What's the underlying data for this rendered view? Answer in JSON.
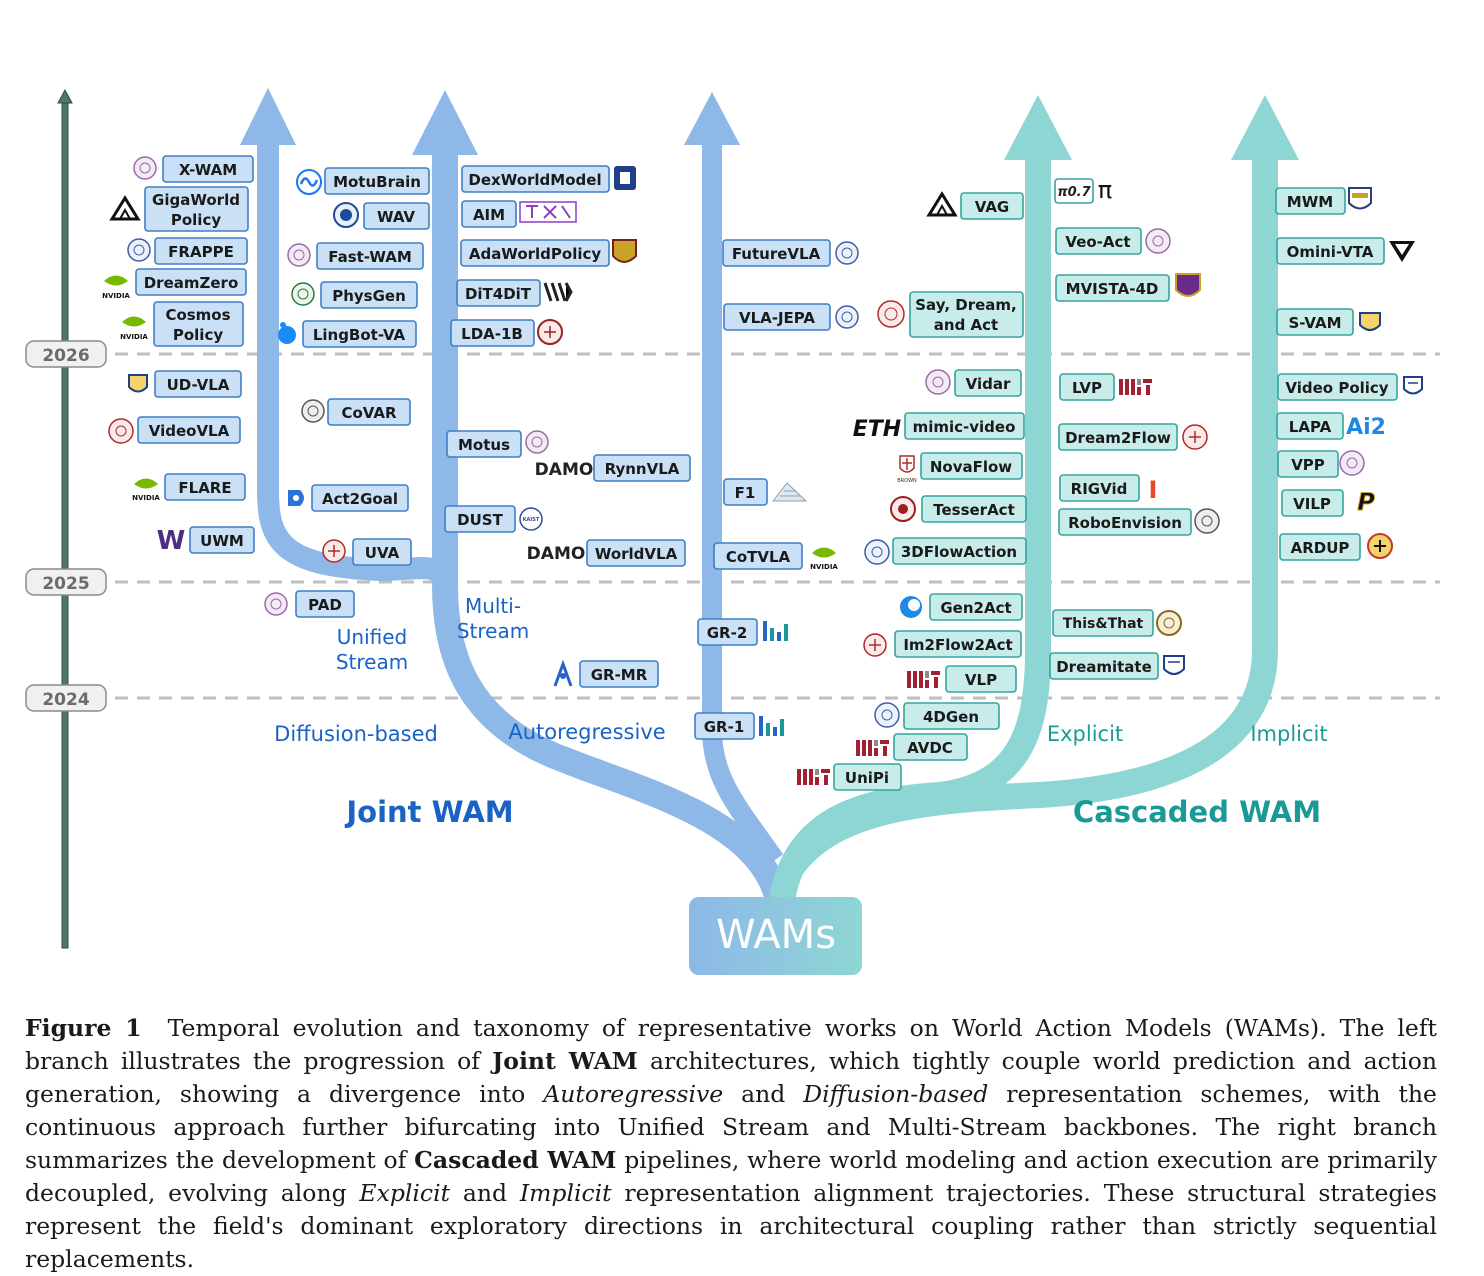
{
  "years": [
    "2026",
    "2025",
    "2024"
  ],
  "branch_labels": {
    "joint": "Joint WAM",
    "cascaded": "Cascaded WAM",
    "diffusion": "Diffusion-based",
    "autoregressive": "Autoregressive",
    "unified": [
      "Unified",
      "Stream"
    ],
    "multi": [
      "Multi-",
      "Stream"
    ],
    "explicit": "Explicit",
    "implicit": "Implicit",
    "root": "WAMs"
  },
  "models": {
    "unified": [
      "X-WAM",
      "GigaWorld Policy",
      "FRAPPE",
      "DreamZero",
      "Cosmos Policy",
      "UD-VLA",
      "VideoVLA",
      "FLARE",
      "UWM",
      "PAD"
    ],
    "unified2": [
      "MotuBrain",
      "WAV",
      "Fast-WAM",
      "PhysGen",
      "LingBot-VA",
      "CoVAR",
      "Act2Goal",
      "UVA"
    ],
    "multi": [
      "DexWorldModel",
      "AIM",
      "AdaWorldPolicy",
      "DiT4DiT",
      "LDA-1B",
      "Motus",
      "RynnVLA",
      "DUST",
      "WorldVLA",
      "GR-MR"
    ],
    "autoregressive": [
      "FutureVLA",
      "VLA-JEPA",
      "F1",
      "CoTVLA",
      "GR-2",
      "GR-1"
    ],
    "explicit_left": [
      "VAG",
      "Say, Dream, and Act",
      "Vidar",
      "mimic-video",
      "NovaFlow",
      "TesserAct",
      "3DFlowAction",
      "Gen2Act",
      "Im2Flow2Act",
      "VLP",
      "4DGen",
      "AVDC",
      "UniPi"
    ],
    "explicit_right": [
      "Veo-Act",
      "MVISTA-4D",
      "LVP",
      "Dream2Flow",
      "RIGVid",
      "RoboEnvision",
      "This&That",
      "Dreamitate"
    ],
    "implicit": [
      "MWM",
      "Omini-VTA",
      "S-VAM",
      "Video Policy",
      "LAPA",
      "VPP",
      "VILP",
      "ARDUP"
    ]
  },
  "logos": {
    "nvidia": "NVIDIA",
    "eth": "ETH",
    "damo": "DAMO",
    "brown": "BROWN",
    "kaist": "KAIST",
    "ai2": "Ai2",
    "pi07": "π0.7",
    "pi": "π",
    "illinois": "I",
    "purdue": "P",
    "w": "W",
    "mit": "MIT"
  },
  "icons": [
    "university-seal-icon",
    "nvidia-logo-icon",
    "meta-logo-icon",
    "mit-logo-icon",
    "eth-logo-icon",
    "illinois-logo-icon",
    "purdue-logo-icon",
    "ai2-logo-icon",
    "pi-logo-icon",
    "bar-logo-icon"
  ],
  "colors": {
    "joint": "#8db8e8",
    "cascaded": "#8ed6d4",
    "joint_text": "#1a63c4",
    "cascaded_text": "#1a9a97",
    "box_fill": "#c9e0f6",
    "box_stroke": "#3f7fc4",
    "cbox_fill": "#c8ecea",
    "cbox_stroke": "#34a39f"
  },
  "caption": {
    "fig_label": "Figure 1",
    "p1": "Temporal evolution and taxonomy of representative works on World Action Models (WAMs). The left branch illustrates the progression of",
    "joint_bold": "Joint WAM",
    "p2": "architectures, which tightly couple world prediction and action generation, showing a divergence into",
    "autoregressive_it": "Autoregressive",
    "and": "and",
    "diffusion_it": "Diffusion-based",
    "p3": "representation schemes, with the continuous approach further bifurcating into Unified Stream and Multi-Stream backbones. The right branch summarizes the development of",
    "cascaded_bold": "Cascaded WAM",
    "p4": "pipelines, where world modeling and action execution are primarily decoupled, evolving along",
    "explicit_it": "Explicit",
    "and2": "and",
    "implicit_it": "Implicit",
    "p5": "representation alignment trajectories. These structural strategies represent the field's dominant exploratory directions in architectural coupling rather than strictly sequential replacements."
  }
}
